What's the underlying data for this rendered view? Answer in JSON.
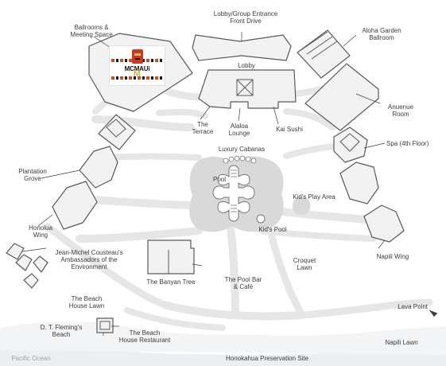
{
  "map": {
    "colors": {
      "land": "#ffffff",
      "paths": "#e6e6e6",
      "pool_deck": "#d9d9d9",
      "buildings_fill": "#f2f2f2",
      "buildings_stroke": "#595959",
      "ocean": "#eceff2"
    },
    "labels": {
      "ballrooms": "Ballrooms &\nMeeting Space",
      "lobby_entrance": "Lobby/Group Entrance\nFront Drive",
      "lobby": "Lobby",
      "aloha_garden": "Aloha Garden\nBallroom",
      "anuenue": "Anuenue\nRoom",
      "terrace": "The\nTerrace",
      "alaloa": "Alaloa\nLounge",
      "kai_sushi": "Kai Sushi",
      "luxury_cabanas": "Luxury Cabanas",
      "spa": "Spa (4th Floor)",
      "plantation_grove": "Plantation\nGrove",
      "pool": "Pool",
      "kids_play": "Kid's Play Area",
      "kids_pool": "Kid's Pool",
      "honolua": "Honolua\nWing",
      "cousteau": "Jean-Michel Cousteau's\nAmbassadors of the\nEnvironment",
      "croquet": "Croquet\nLawn",
      "napili_wing": "Napili Wing",
      "banyan": "The Banyan Tree",
      "pool_bar": "The Pool Bar\n& Café",
      "beach_lawn": "The Beach\nHouse Lawn",
      "lava_point": "Lava Point",
      "dt_fleming": "D. T. Fleming's\nBeach",
      "beach_house_rest": "The Beach\nHouse Restaurant",
      "napili_lawn": "Napili Lawn",
      "pacific": "Pacific Ocean",
      "honokahua": "Honokahua Preservation Site"
    },
    "logo": {
      "text": "MCMAUi",
      "arches": "M"
    }
  }
}
